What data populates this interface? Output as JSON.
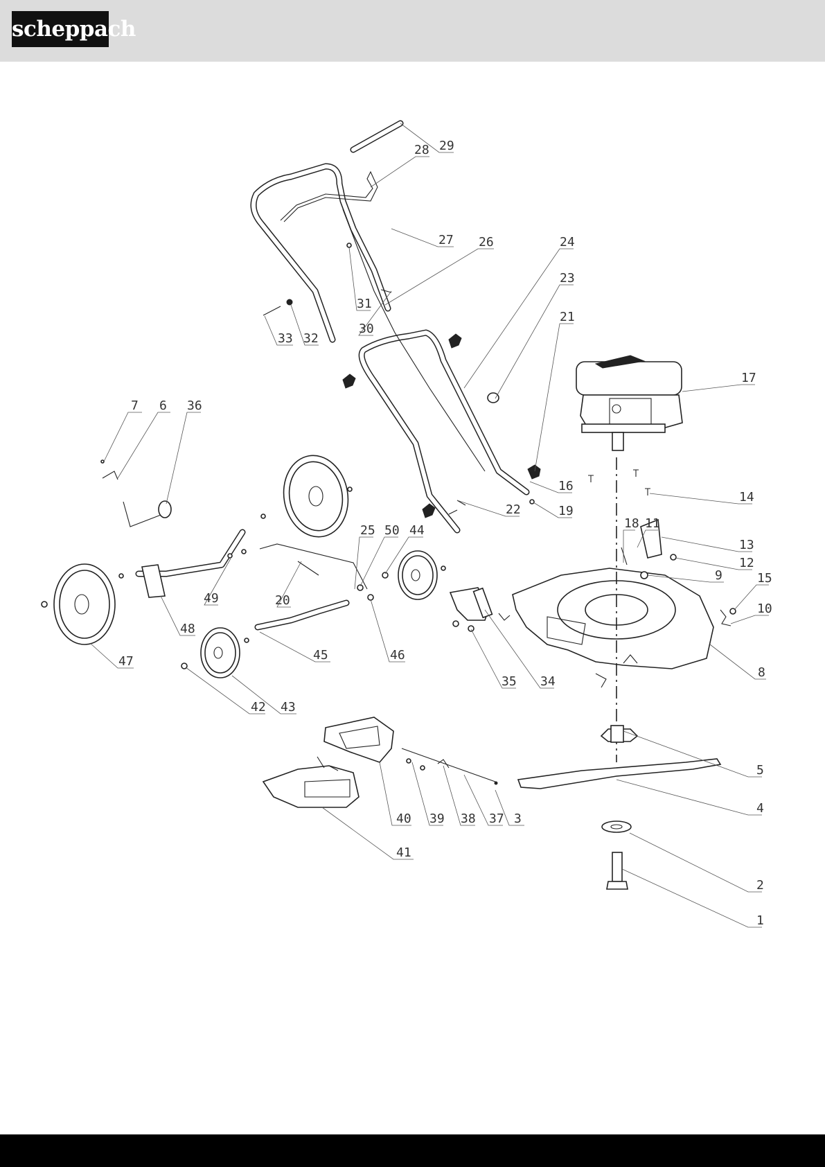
{
  "header": {
    "brand": "scheppach",
    "background_color": "#dcdcdc",
    "logo_background_color": "#111111"
  },
  "diagram": {
    "callouts": [
      "1",
      "2",
      "3",
      "4",
      "5",
      "6",
      "7",
      "8",
      "9",
      "10",
      "11",
      "12",
      "13",
      "14",
      "15",
      "16",
      "17",
      "18",
      "19",
      "20",
      "21",
      "22",
      "23",
      "24",
      "25",
      "26",
      "27",
      "28",
      "29",
      "30",
      "31",
      "32",
      "33",
      "34",
      "35",
      "36",
      "37",
      "38",
      "39",
      "40",
      "41",
      "42",
      "43",
      "44",
      "45",
      "46",
      "47",
      "48",
      "49",
      "50"
    ]
  },
  "footer": {
    "background_color": "#000000"
  }
}
